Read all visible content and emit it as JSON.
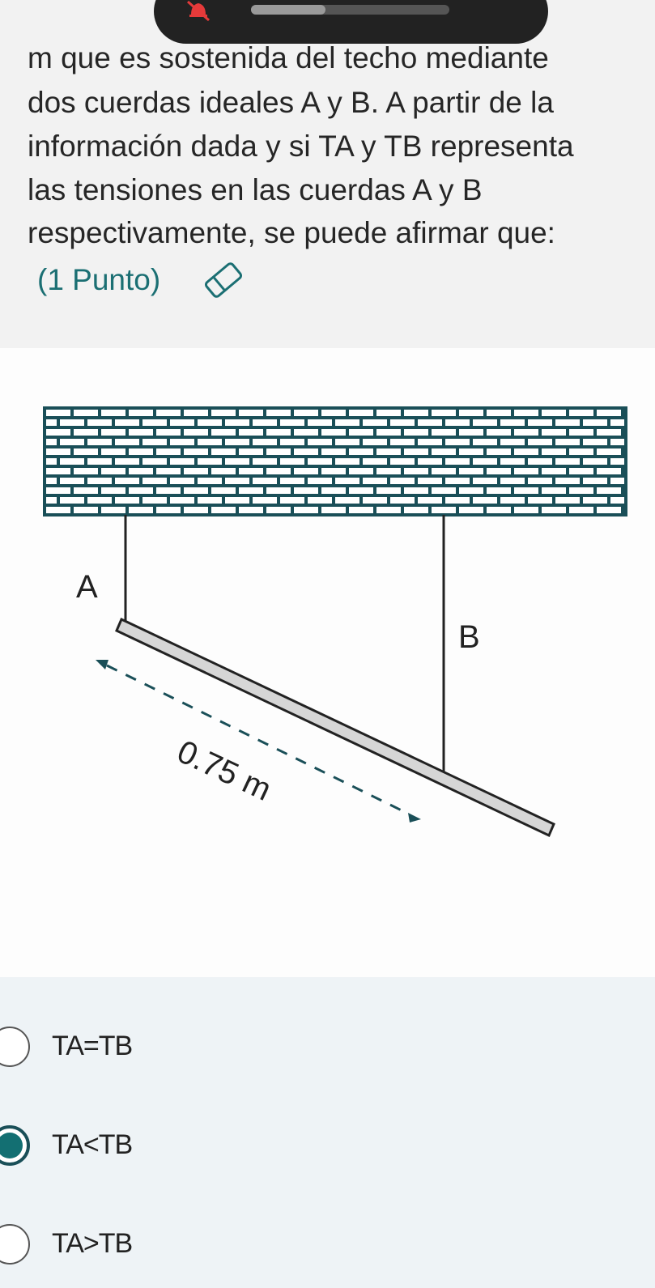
{
  "question": {
    "lines": [
      "m que es sostenida del techo mediante",
      "dos cuerdas ideales A y B. A partir de la",
      "información dada y si TA y TB representa",
      "las tensiones en las cuerdas A y B",
      "respectivamente, se puede afirmar que:"
    ],
    "points": "(1 Punto)"
  },
  "figure": {
    "label_a": "A",
    "label_b": "B",
    "length_label": "0.75 m"
  },
  "options": [
    {
      "label": "TA=TB",
      "selected": false
    },
    {
      "label": "TA<TB",
      "selected": true
    },
    {
      "label": "TA>TB",
      "selected": false
    }
  ],
  "colors": {
    "accent": "#136f72",
    "wall_stroke": "#1a4f58",
    "wall_fill": "#e7eeee",
    "points_text": "#1b6f73",
    "muted_alert": "#e63a3a"
  }
}
